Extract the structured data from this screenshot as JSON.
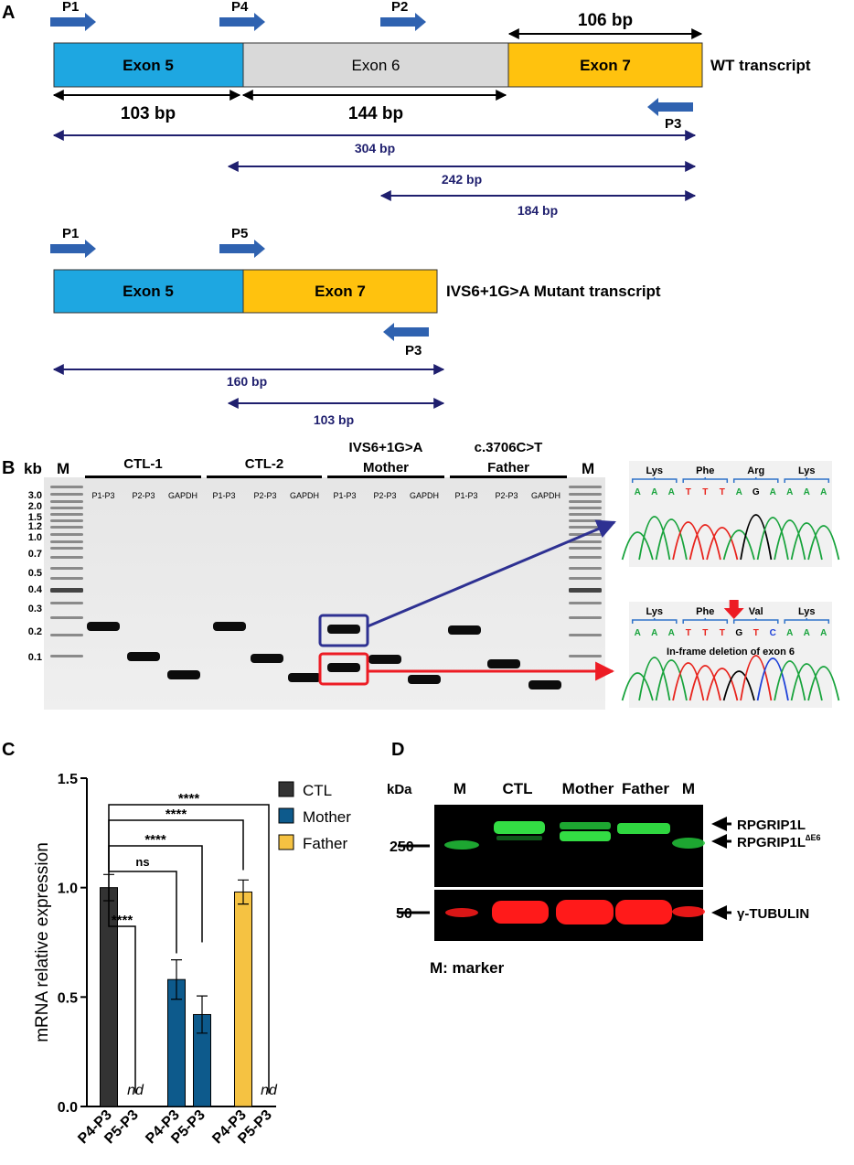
{
  "panel_a": {
    "label": "A",
    "wt": {
      "primers": [
        "P1",
        "P4",
        "P2"
      ],
      "exons": [
        "Exon 5",
        "Exon 6",
        "Exon 7"
      ],
      "transcript_label": "WT transcript",
      "size_106": "106 bp",
      "size_103": "103 bp",
      "size_144": "144 bp",
      "p3": "P3",
      "amplicons": [
        "304 bp",
        "242 bp",
        "184 bp"
      ]
    },
    "mutant": {
      "primers": [
        "P1",
        "P5"
      ],
      "exons": [
        "Exon 5",
        "Exon 7"
      ],
      "transcript_label": "IVS6+1G>A Mutant transcript",
      "p3": "P3",
      "amplicons": [
        "160 bp",
        "103 bp"
      ]
    },
    "colors": {
      "exon5": "#1ea7e1",
      "exon6": "#d9d9d9",
      "exon7": "#ffc20e",
      "primer": "#2f62b0",
      "arrow": "#1f1f6e"
    }
  },
  "panel_b": {
    "label": "B",
    "kb": "kb",
    "marker": "M",
    "ladder": [
      "3.0",
      "2.0",
      "1.5",
      "1.2",
      "1.0",
      "0.7",
      "0.5",
      "0.4",
      "0.3",
      "0.2",
      "0.1"
    ],
    "groups": [
      {
        "line1": "CTL-1",
        "line2": ""
      },
      {
        "line1": "CTL-2",
        "line2": ""
      },
      {
        "line1": "IVS6+1G>A",
        "line2": "Mother"
      },
      {
        "line1": "c.3706C>T",
        "line2": "Father"
      }
    ],
    "lanes": [
      "P1-P3",
      "P2-P3",
      "GAPDH",
      "P1-P3",
      "P2-P3",
      "GAPDH",
      "P1-P3",
      "P2-P3",
      "GAPDH",
      "P1-P3",
      "P2-P3",
      "GAPDH"
    ],
    "chrom_top": {
      "aa": [
        "Lys",
        "Phe",
        "Arg",
        "Lys"
      ],
      "bases": [
        "A",
        "A",
        "A",
        "T",
        "T",
        "T",
        "A",
        "G",
        "A",
        "A",
        "A",
        "A"
      ]
    },
    "chrom_bottom": {
      "aa": [
        "Lys",
        "Phe",
        "Val",
        "Lys"
      ],
      "bases": [
        "A",
        "A",
        "A",
        "T",
        "T",
        "T",
        "G",
        "T",
        "C",
        "A",
        "A",
        "A"
      ],
      "note": "In-frame deletion of exon 6"
    }
  },
  "panel_c": {
    "label": "C",
    "chart_data": {
      "type": "bar",
      "ylabel": "mRNA relative expression",
      "ylim": [
        0.0,
        1.5
      ],
      "yticks": [
        "0.0",
        "0.5",
        "1.0",
        "1.5"
      ],
      "categories": [
        "P4-P3",
        "P5-P3",
        "P4-P3",
        "P5-P3",
        "P4-P3",
        "P5-P3"
      ],
      "series": [
        {
          "name": "CTL",
          "color": "#333333",
          "values": [
            1.0,
            null
          ],
          "errors": [
            0.06,
            null
          ]
        },
        {
          "name": "Mother",
          "color": "#0d5a8c",
          "values": [
            0.58,
            0.42
          ],
          "errors": [
            0.09,
            0.085
          ]
        },
        {
          "name": "Father",
          "color": "#f5c242",
          "values": [
            0.98,
            null
          ],
          "errors": [
            0.055,
            null
          ]
        }
      ],
      "nd_label": "nd",
      "significance": [
        "****",
        "****",
        "****",
        "ns",
        "****"
      ]
    }
  },
  "panel_d": {
    "label": "D",
    "kda": "kDa",
    "lanes": [
      "M",
      "CTL",
      "Mother",
      "Father",
      "M"
    ],
    "markers": [
      "250",
      "50"
    ],
    "bands": [
      "RPGRIP1L",
      "RPGRIP1L",
      "∆E6",
      "γ-TUBULIN"
    ],
    "legend": "M: marker"
  }
}
